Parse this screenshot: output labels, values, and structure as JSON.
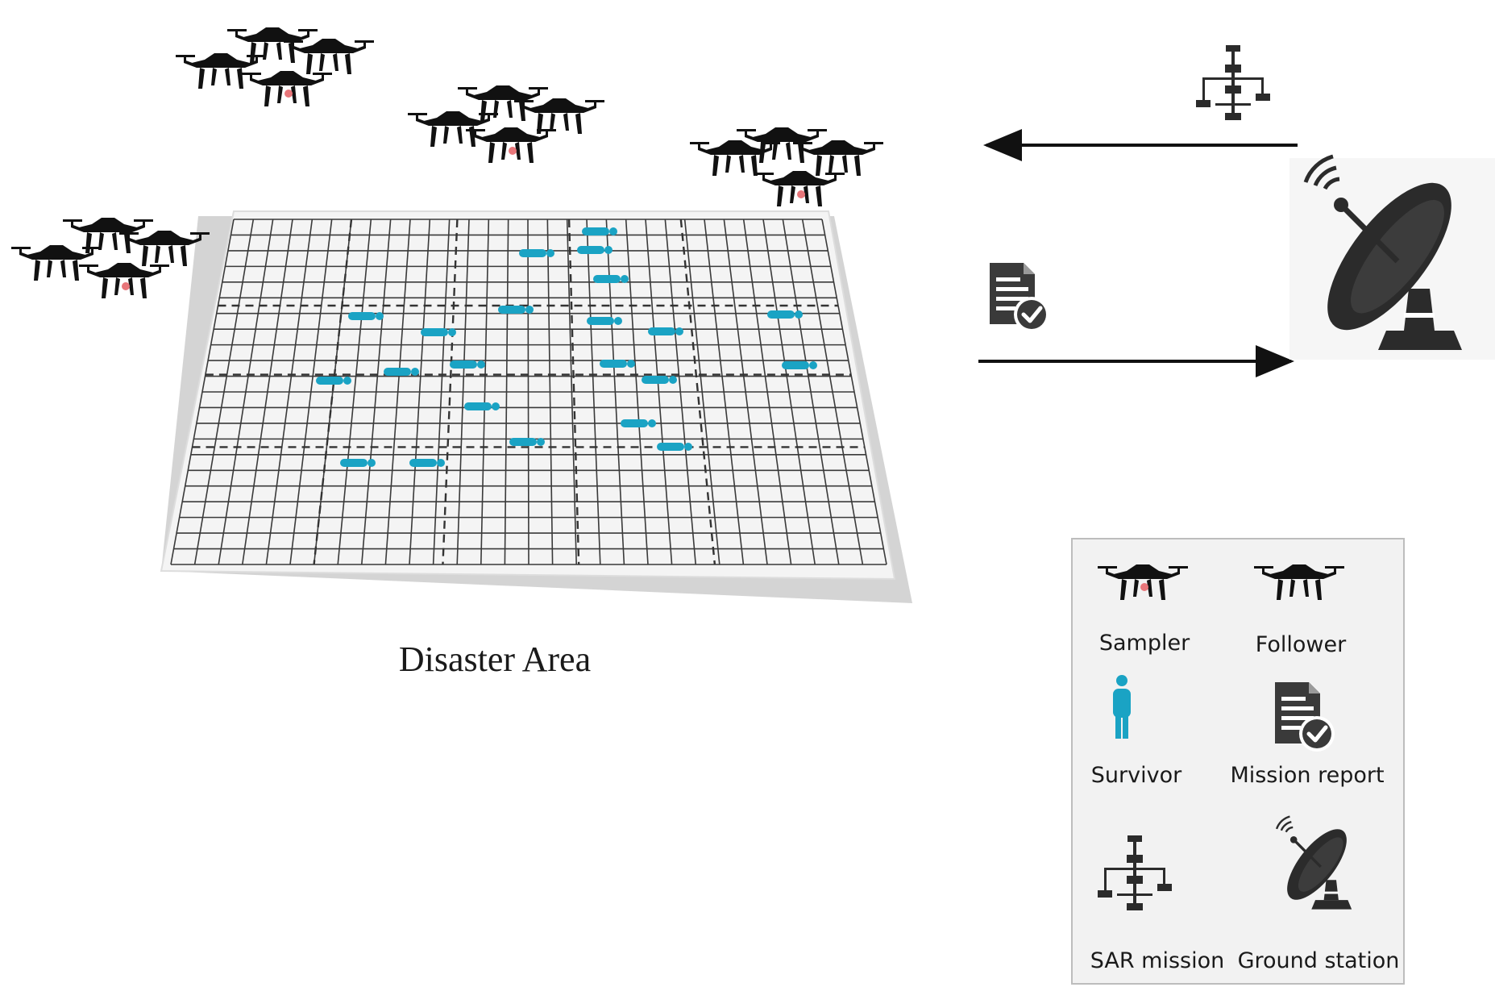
{
  "diagram": {
    "caption": "Disaster Area",
    "legend": {
      "items": [
        {
          "key": "sampler",
          "label": "Sampler",
          "icon": "sampler-drone-icon"
        },
        {
          "key": "follower",
          "label": "Follower",
          "icon": "follower-drone-icon"
        },
        {
          "key": "survivor",
          "label": "Survivor",
          "icon": "survivor-icon"
        },
        {
          "key": "mission_report",
          "label": "Mission report",
          "icon": "mission-report-icon"
        },
        {
          "key": "sar_mission",
          "label": "SAR mission",
          "icon": "sar-mission-icon"
        },
        {
          "key": "ground_station",
          "label": "Ground station",
          "icon": "ground-station-icon"
        }
      ]
    },
    "colors": {
      "survivor": "#1aa3c4",
      "sampler_marker": "#e8767a",
      "drone": "#111111",
      "icon_dark": "#2b2b2b",
      "grid": "#3a3a3a",
      "legend_bg": "#f2f2f2",
      "legend_border": "#bdbdbd"
    },
    "arrows": [
      {
        "from": "ground-station",
        "to": "drones",
        "carries": "sar_mission"
      },
      {
        "from": "drones",
        "to": "ground-station",
        "carries": "mission_report"
      }
    ]
  }
}
